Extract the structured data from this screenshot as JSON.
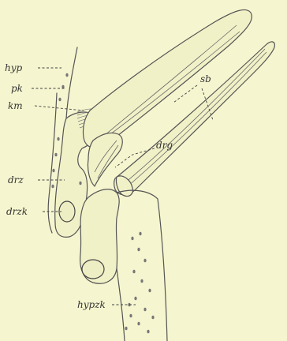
{
  "labels": {
    "hyp": "hyp",
    "pk": "pk",
    "km": "km",
    "drz": "drz",
    "drzk": "drzk",
    "drg": "drg",
    "sb": "sb",
    "hypzk": "hypzk"
  }
}
